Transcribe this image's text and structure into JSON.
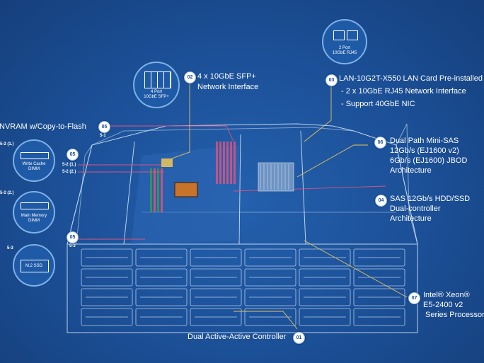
{
  "callouts": {
    "c02": {
      "num": "02",
      "line1": "4 x 10GbE SFP+",
      "line2": "Network Interface"
    },
    "c03": {
      "num": "03",
      "line1": "LAN-10G2T-X550 LAN Card Pre-installed",
      "line2": "- 2 x 10GbE RJ45 Network Interface",
      "line3": "- Support 40GbE NIC"
    },
    "c06": {
      "num": "06",
      "line1": "Dual Path Mini-SAS",
      "line2": "12Gb/s (EJ1600 v2)",
      "line3": "6Gb/s (EJ1600) JBOD",
      "line4": "Architecture"
    },
    "c04": {
      "num": "04",
      "line1": "SAS 12Gb/s HDD/SSD",
      "line2": "Dual-controller",
      "line3": "Architecture"
    },
    "c07": {
      "num": "07",
      "line1": "Intel® Xeon®",
      "line2": "E5-2400 v2",
      "line3": "Series Processor"
    },
    "c01": {
      "num": "01",
      "line1": "Dual Active-Active Controller"
    },
    "nvram": {
      "num": "05",
      "text": "NVRAM w/Copy-to-Flash",
      "sub": "5-1"
    },
    "c05a": {
      "num": "05",
      "sub1": "5-2 (1.)",
      "sub2": "5-2 (2.)"
    },
    "c05b": {
      "num": "05",
      "sub": "5-3"
    }
  },
  "badges": {
    "rj45": {
      "line1": "2 Port",
      "line2": "10GbE RJ45"
    },
    "sfp": {
      "line1": "4 Port",
      "line2": "10GbE SFP+"
    },
    "cache": {
      "tag": "5-2 (1.)",
      "line1": "Write Cache",
      "line2": "DIMM"
    },
    "mem": {
      "tag": "5-2 (2.)",
      "line1": "Main Memory",
      "line2": "DIMM"
    },
    "ssd": {
      "tag": "5-3",
      "line1": "M.2 SSD"
    }
  },
  "colors": {
    "background": "#1b4f96",
    "outline": "#cfe0f5",
    "pink": "#d9547f",
    "green": "#3a9a4a",
    "chip": "#c8732a"
  }
}
